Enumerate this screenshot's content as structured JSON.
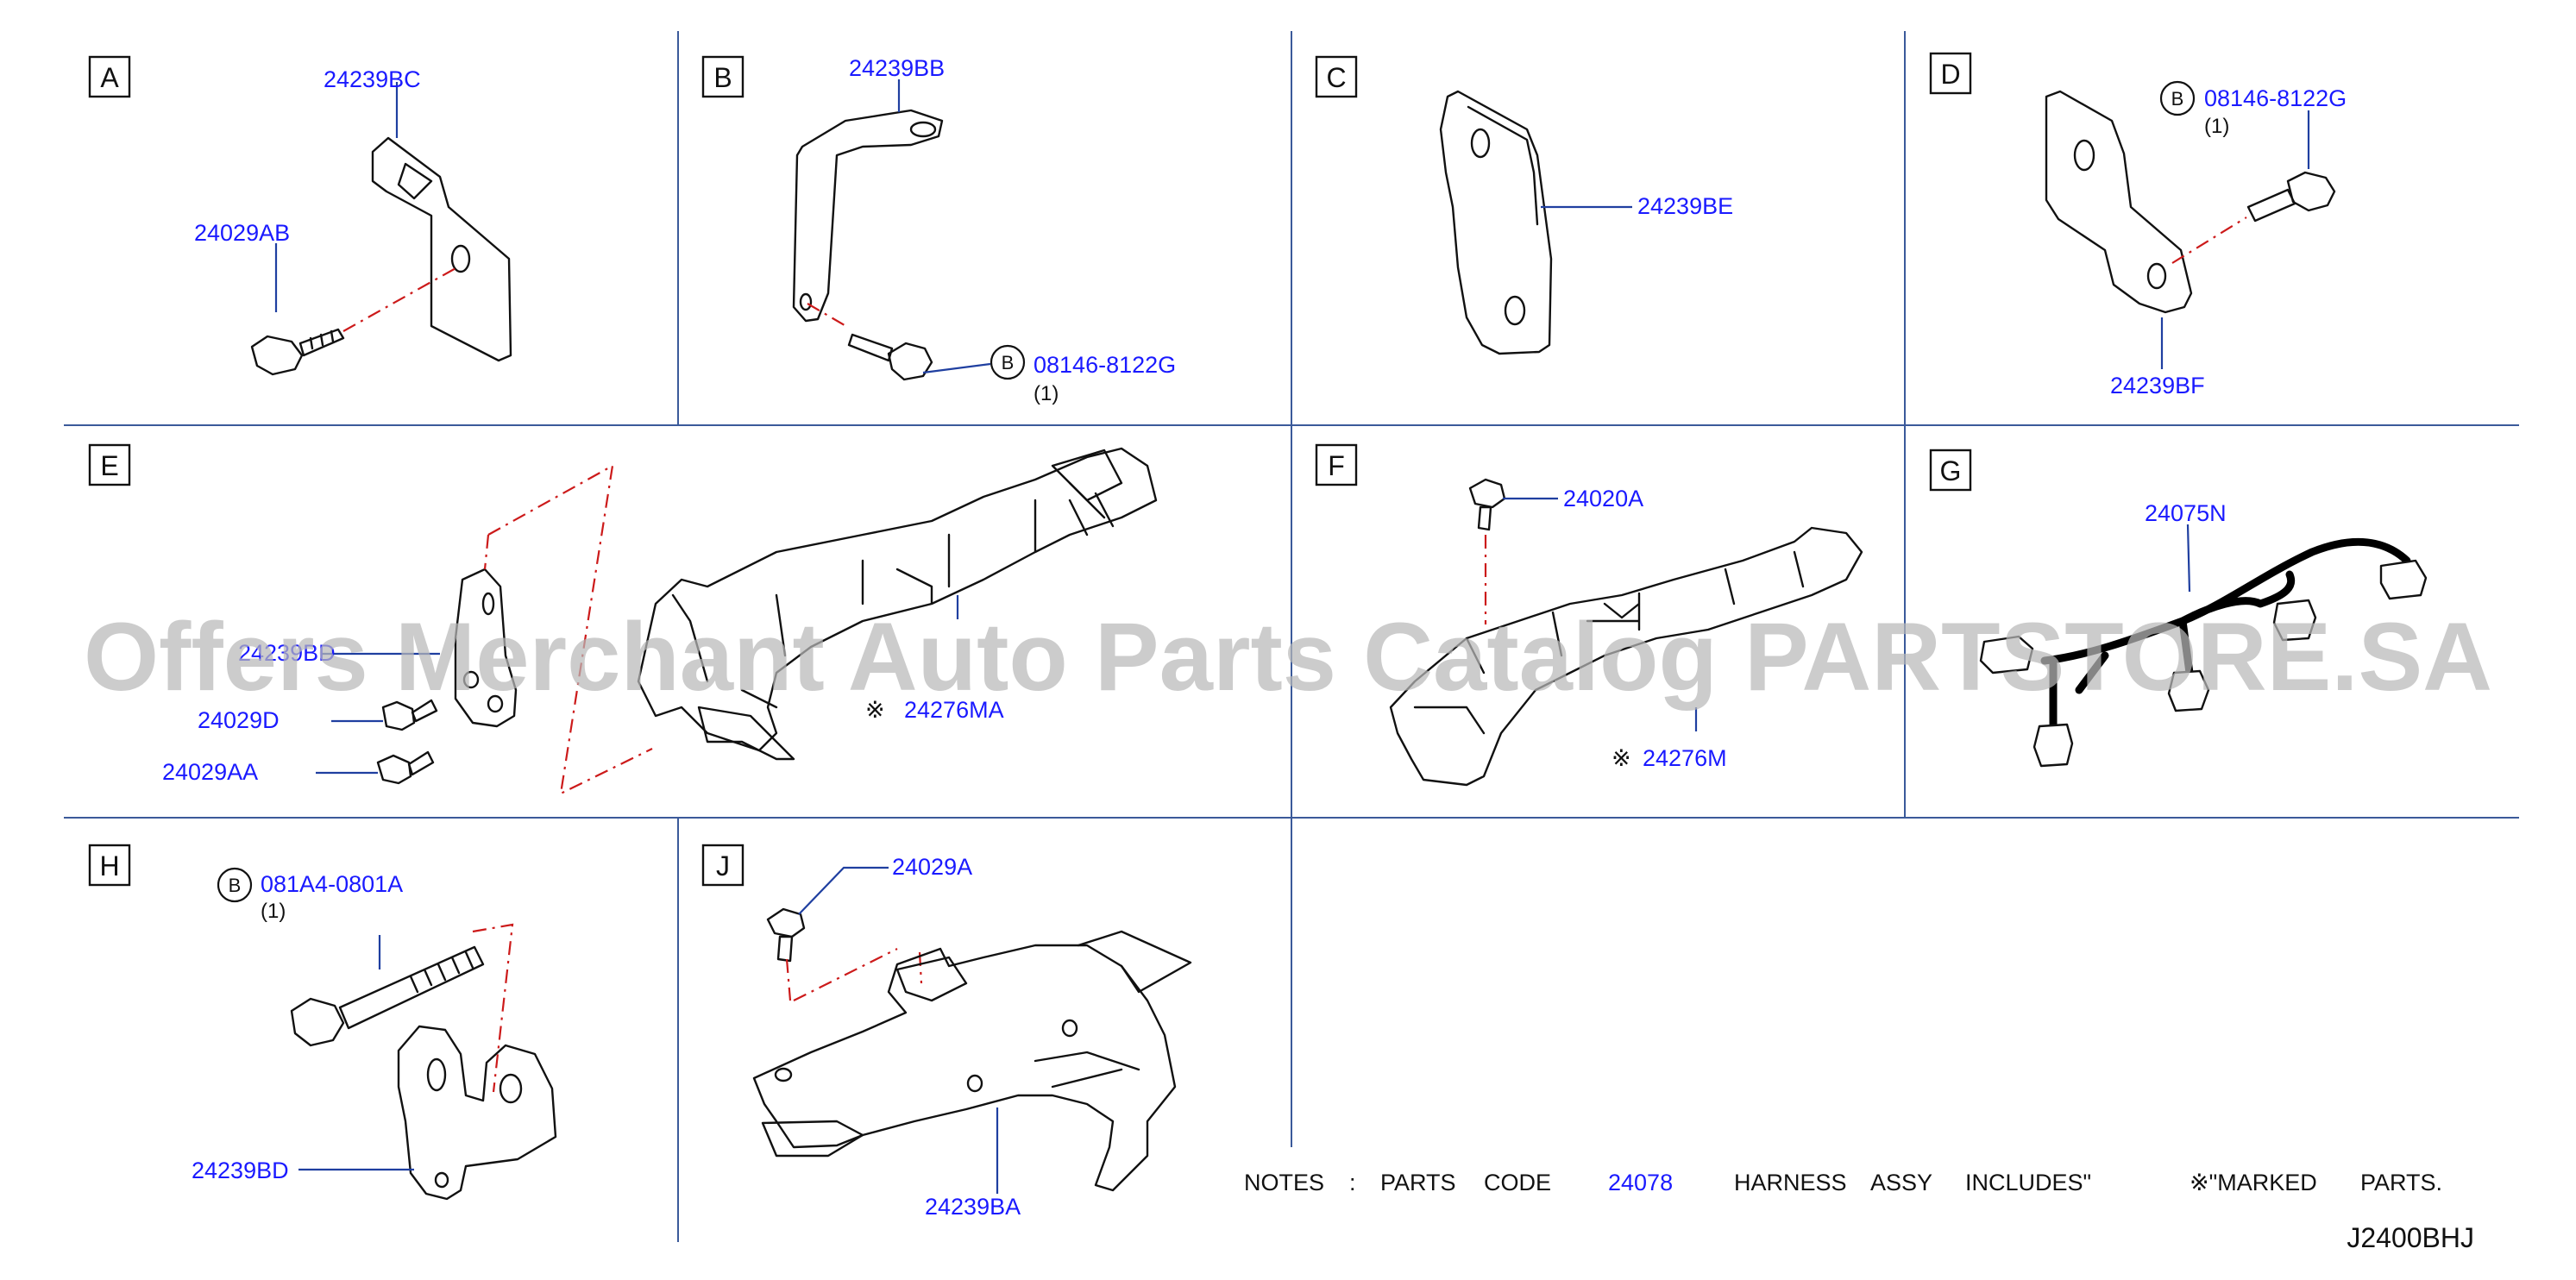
{
  "sections": [
    {
      "id": "A",
      "letter": "A",
      "labels": [
        "24239BC",
        "24029AB"
      ]
    },
    {
      "id": "B",
      "letter": "B",
      "labels": [
        "24239BB",
        "08146-8122G"
      ],
      "qty": "(1)",
      "bolt_marker": "B"
    },
    {
      "id": "C",
      "letter": "C",
      "labels": [
        "24239BE"
      ]
    },
    {
      "id": "D",
      "letter": "D",
      "labels": [
        "08146-8122G",
        "24239BF"
      ],
      "qty": "(1)",
      "bolt_marker": "B"
    },
    {
      "id": "E",
      "letter": "E",
      "labels": [
        "24239BD",
        "24029D",
        "24029AA",
        "24276MA"
      ],
      "marked": "※"
    },
    {
      "id": "F",
      "letter": "F",
      "labels": [
        "24020A",
        "24276M"
      ],
      "marked": "※"
    },
    {
      "id": "G",
      "letter": "G",
      "labels": [
        "24075N"
      ]
    },
    {
      "id": "H",
      "letter": "H",
      "labels": [
        "081A4-0801A",
        "24239BD"
      ],
      "qty": "(1)",
      "bolt_marker": "B"
    },
    {
      "id": "J",
      "letter": "J",
      "labels": [
        "24029A",
        "24239BA"
      ]
    }
  ],
  "notes": {
    "prefix": "NOTES",
    "colon": ":",
    "w1": "PARTS",
    "w2": "CODE",
    "code": "24078",
    "w3": "HARNESS",
    "w4": "ASSY",
    "w5": "INCLUDES\"",
    "mark": "※\"MARKED",
    "w6": "PARTS."
  },
  "diagram_code": "J2400BHJ",
  "watermark": "Offers Merchant Auto Parts Catalog PARTSTORE.SA",
  "colors": {
    "part_number": "#1a1aff",
    "grid": "#3b5a9a",
    "dash_line": "#cc1a1a",
    "watermark": "#b9b9b9"
  }
}
